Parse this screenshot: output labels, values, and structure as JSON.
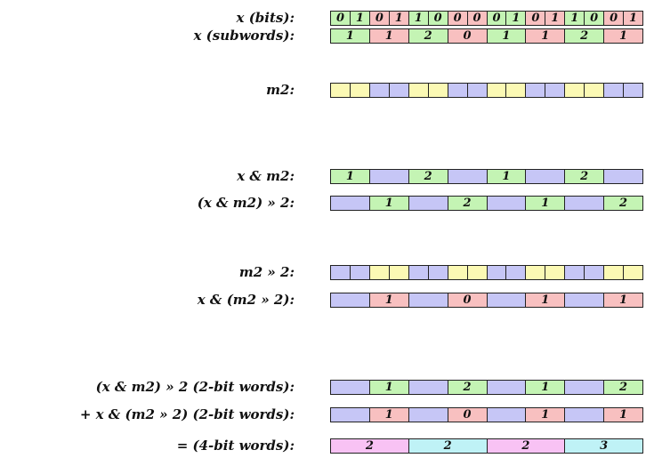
{
  "colors": {
    "green": "#c4f4b4",
    "red": "#f8c0c0",
    "yellow": "#fbf9b4",
    "blue": "#c6c6f6",
    "pink": "#f8c2f4",
    "cyan": "#bff2f6"
  },
  "rows": [
    {
      "name": "x-bits-row",
      "label": "x (bits):",
      "cells": [
        {
          "t": "0",
          "c": "green"
        },
        {
          "t": "1",
          "c": "green"
        },
        {
          "t": "0",
          "c": "red"
        },
        {
          "t": "1",
          "c": "red"
        },
        {
          "t": "1",
          "c": "green"
        },
        {
          "t": "0",
          "c": "green"
        },
        {
          "t": "0",
          "c": "red"
        },
        {
          "t": "0",
          "c": "red"
        },
        {
          "t": "0",
          "c": "green"
        },
        {
          "t": "1",
          "c": "green"
        },
        {
          "t": "0",
          "c": "red"
        },
        {
          "t": "1",
          "c": "red"
        },
        {
          "t": "1",
          "c": "green"
        },
        {
          "t": "0",
          "c": "green"
        },
        {
          "t": "0",
          "c": "red"
        },
        {
          "t": "1",
          "c": "red"
        }
      ]
    },
    {
      "name": "x-subwords-row",
      "label": "x (subwords):",
      "cells": [
        {
          "t": "1",
          "c": "green"
        },
        {
          "t": "1",
          "c": "red"
        },
        {
          "t": "2",
          "c": "green"
        },
        {
          "t": "0",
          "c": "red"
        },
        {
          "t": "1",
          "c": "green"
        },
        {
          "t": "1",
          "c": "red"
        },
        {
          "t": "2",
          "c": "green"
        },
        {
          "t": "1",
          "c": "red"
        }
      ]
    },
    {
      "name": "m2-row",
      "label": "m2:",
      "cells": [
        {
          "t": "",
          "c": "yellow"
        },
        {
          "t": "",
          "c": "yellow"
        },
        {
          "t": "",
          "c": "blue"
        },
        {
          "t": "",
          "c": "blue"
        },
        {
          "t": "",
          "c": "yellow"
        },
        {
          "t": "",
          "c": "yellow"
        },
        {
          "t": "",
          "c": "blue"
        },
        {
          "t": "",
          "c": "blue"
        },
        {
          "t": "",
          "c": "yellow"
        },
        {
          "t": "",
          "c": "yellow"
        },
        {
          "t": "",
          "c": "blue"
        },
        {
          "t": "",
          "c": "blue"
        },
        {
          "t": "",
          "c": "yellow"
        },
        {
          "t": "",
          "c": "yellow"
        },
        {
          "t": "",
          "c": "blue"
        },
        {
          "t": "",
          "c": "blue"
        }
      ]
    },
    {
      "name": "x-and-m2-row",
      "label": "x & m2:",
      "cells": [
        {
          "t": "1",
          "c": "green"
        },
        {
          "t": "",
          "c": "blue"
        },
        {
          "t": "2",
          "c": "green"
        },
        {
          "t": "",
          "c": "blue"
        },
        {
          "t": "1",
          "c": "green"
        },
        {
          "t": "",
          "c": "blue"
        },
        {
          "t": "2",
          "c": "green"
        },
        {
          "t": "",
          "c": "blue"
        }
      ]
    },
    {
      "name": "x-and-m2-shifted-row",
      "label": "(x & m2) » 2:",
      "cells": [
        {
          "t": "",
          "c": "blue"
        },
        {
          "t": "1",
          "c": "green"
        },
        {
          "t": "",
          "c": "blue"
        },
        {
          "t": "2",
          "c": "green"
        },
        {
          "t": "",
          "c": "blue"
        },
        {
          "t": "1",
          "c": "green"
        },
        {
          "t": "",
          "c": "blue"
        },
        {
          "t": "2",
          "c": "green"
        }
      ]
    },
    {
      "name": "m2-shifted-row",
      "label": "m2 » 2:",
      "cells": [
        {
          "t": "",
          "c": "blue"
        },
        {
          "t": "",
          "c": "blue"
        },
        {
          "t": "",
          "c": "yellow"
        },
        {
          "t": "",
          "c": "yellow"
        },
        {
          "t": "",
          "c": "blue"
        },
        {
          "t": "",
          "c": "blue"
        },
        {
          "t": "",
          "c": "yellow"
        },
        {
          "t": "",
          "c": "yellow"
        },
        {
          "t": "",
          "c": "blue"
        },
        {
          "t": "",
          "c": "blue"
        },
        {
          "t": "",
          "c": "yellow"
        },
        {
          "t": "",
          "c": "yellow"
        },
        {
          "t": "",
          "c": "blue"
        },
        {
          "t": "",
          "c": "blue"
        },
        {
          "t": "",
          "c": "yellow"
        },
        {
          "t": "",
          "c": "yellow"
        }
      ]
    },
    {
      "name": "x-and-m2-shifted-mask-row",
      "label": "x & (m2 » 2):",
      "cells": [
        {
          "t": "",
          "c": "blue"
        },
        {
          "t": "1",
          "c": "red"
        },
        {
          "t": "",
          "c": "blue"
        },
        {
          "t": "0",
          "c": "red"
        },
        {
          "t": "",
          "c": "blue"
        },
        {
          "t": "1",
          "c": "red"
        },
        {
          "t": "",
          "c": "blue"
        },
        {
          "t": "1",
          "c": "red"
        }
      ]
    },
    {
      "name": "sum-term-a-row",
      "label": "(x & m2) » 2 (2-bit words):",
      "cells": [
        {
          "t": "",
          "c": "blue"
        },
        {
          "t": "1",
          "c": "green"
        },
        {
          "t": "",
          "c": "blue"
        },
        {
          "t": "2",
          "c": "green"
        },
        {
          "t": "",
          "c": "blue"
        },
        {
          "t": "1",
          "c": "green"
        },
        {
          "t": "",
          "c": "blue"
        },
        {
          "t": "2",
          "c": "green"
        }
      ]
    },
    {
      "name": "sum-term-b-row",
      "label": "+ x & (m2 » 2) (2-bit words):",
      "cells": [
        {
          "t": "",
          "c": "blue"
        },
        {
          "t": "1",
          "c": "red"
        },
        {
          "t": "",
          "c": "blue"
        },
        {
          "t": "0",
          "c": "red"
        },
        {
          "t": "",
          "c": "blue"
        },
        {
          "t": "1",
          "c": "red"
        },
        {
          "t": "",
          "c": "blue"
        },
        {
          "t": "1",
          "c": "red"
        }
      ]
    },
    {
      "name": "sum-result-row",
      "label": "= (4-bit words):",
      "cells": [
        {
          "t": "2",
          "c": "pink"
        },
        {
          "t": "2",
          "c": "cyan"
        },
        {
          "t": "2",
          "c": "pink"
        },
        {
          "t": "3",
          "c": "cyan"
        }
      ]
    }
  ]
}
